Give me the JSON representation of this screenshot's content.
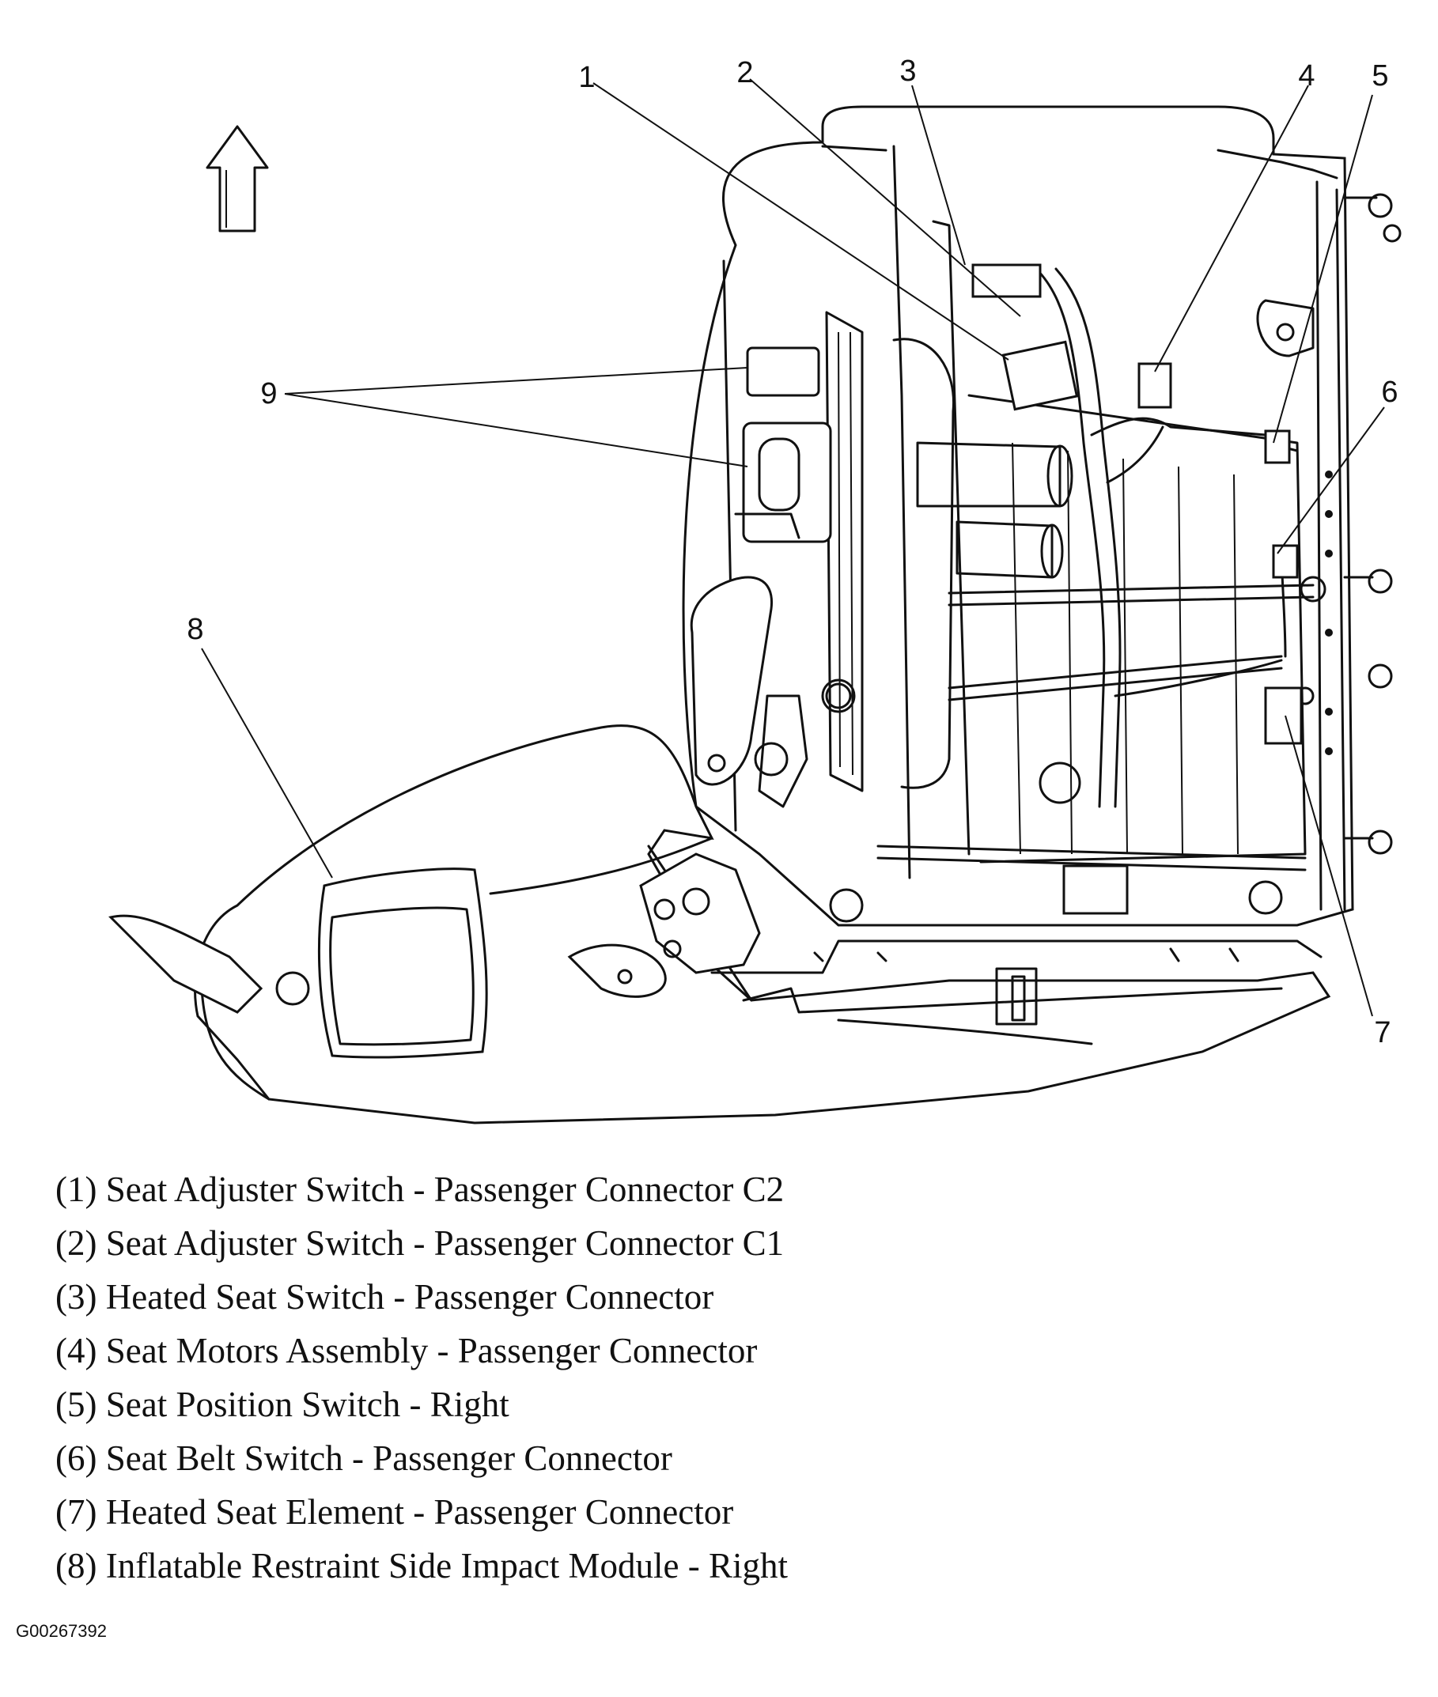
{
  "callouts": [
    "1",
    "2",
    "3",
    "4",
    "5",
    "6",
    "7",
    "8",
    "9"
  ],
  "legend": [
    "(1) Seat Adjuster Switch - Passenger Connector C2",
    "(2) Seat Adjuster Switch - Passenger Connector C1",
    "(3) Heated Seat Switch - Passenger Connector",
    "(4) Seat Motors Assembly - Passenger Connector",
    "(5) Seat Position Switch - Right",
    "(6) Seat Belt Switch - Passenger Connector",
    "(7) Heated Seat Element - Passenger Connector",
    "(8) Inflatable Restraint Side Impact Module - Right"
  ],
  "figure_id": "G00267392",
  "icons": [
    "forward-arrow-icon"
  ],
  "colors": {
    "ink": "#111111",
    "background": "#ffffff"
  }
}
